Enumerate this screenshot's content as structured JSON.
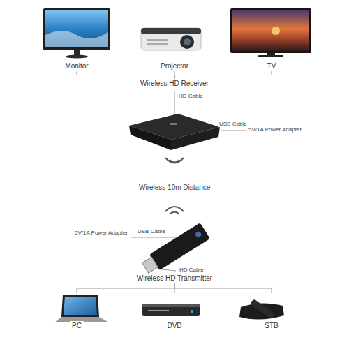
{
  "diagram": {
    "nodes": [
      {
        "text": [
          "Monitor"
        ]
      },
      {
        "text": [
          "Projector"
        ]
      },
      {
        "text": [
          "TV"
        ]
      },
      {
        "text": [
          "Wireless HD Receiver"
        ]
      },
      {
        "text": [
          "Wireless HD Transmitter"
        ]
      },
      {
        "text": [
          "PC"
        ]
      },
      {
        "text": [
          "DVD"
        ]
      },
      {
        "text": [
          "STB"
        ]
      }
    ],
    "edges": [
      {
        "from": 0,
        "to": 3,
        "arrow": "none"
      },
      {
        "from": 1,
        "to": 3,
        "arrow": "none"
      },
      {
        "from": 2,
        "to": 3,
        "arrow": "none"
      },
      {
        "from": 4,
        "to": 5,
        "arrow": "none"
      },
      {
        "from": 4,
        "to": 6,
        "arrow": "none"
      },
      {
        "from": 4,
        "to": 7,
        "arrow": "none"
      }
    ],
    "labels": [
      "HD Cable",
      "USB Cable",
      "5V/1A Power Adapter",
      "Wireless 10m Distance",
      "5V/1A Power Adapter",
      "USB Cable",
      "HD Cable"
    ]
  }
}
